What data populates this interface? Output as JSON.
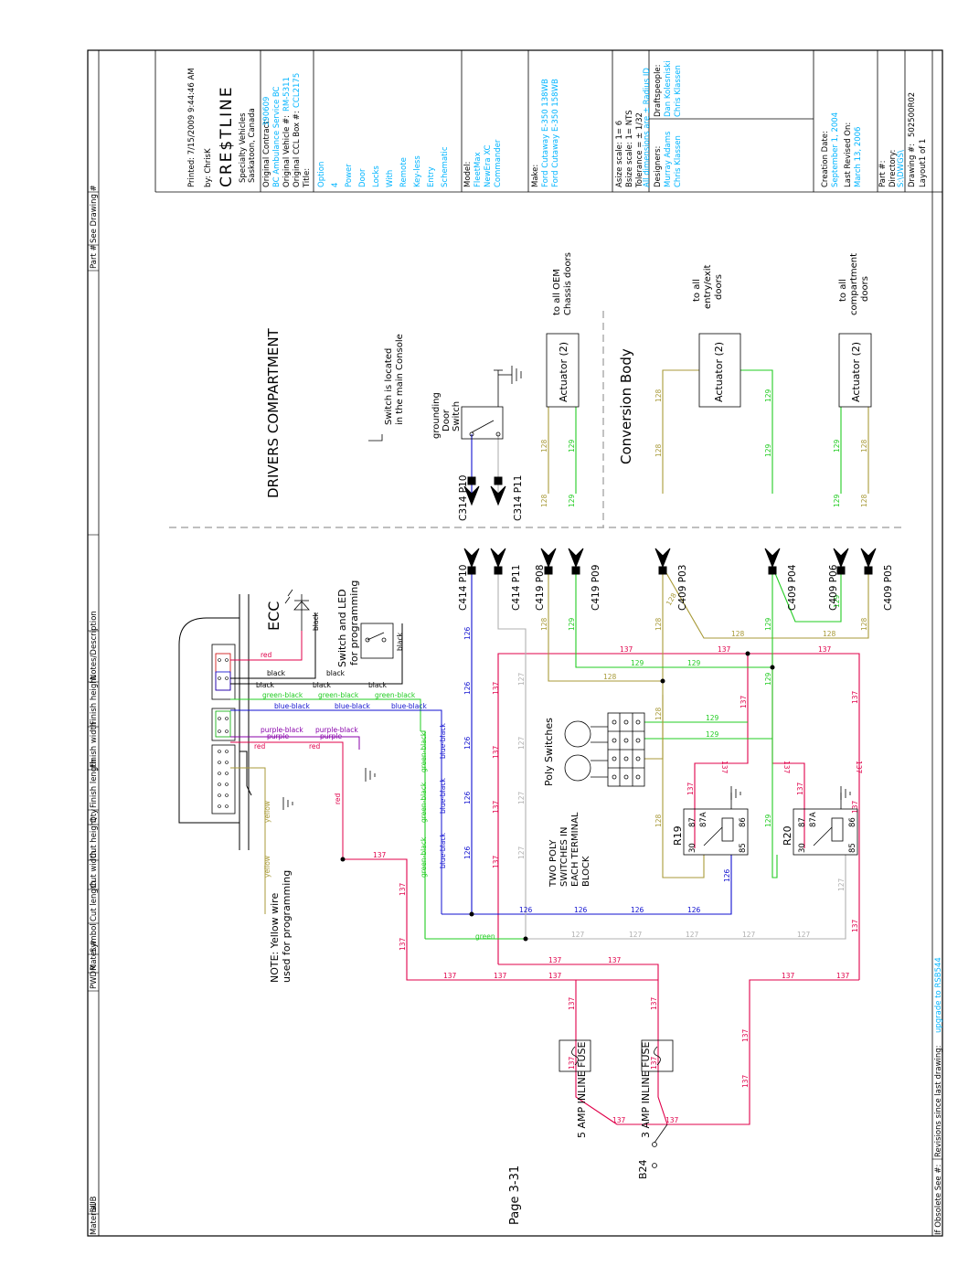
{
  "header": {
    "cols": [
      "SUB",
      "PWDR",
      "Mater.#",
      "Symbol",
      "Cut length",
      "Cut width",
      "Cut height",
      "Qty",
      "Finish length",
      "Finish width",
      "Finish height",
      "Notes/Description",
      "Part #",
      "See Drawing #"
    ],
    "material": "Material",
    "page": "Page 3-31"
  },
  "footer": {
    "obsolete": "If Obsolete See #:",
    "revisions_label": "Revisions since last drawing:",
    "revisions_value": "upgrade to RSB544"
  },
  "titleblock": {
    "printed": "Printed: 7/15/2009 9:44:46 AM",
    "by": "by: ChrisK",
    "logo": "CRE$TLINE",
    "company1": "Specialty Vehicles",
    "company2": "Saskatoon, Canada",
    "contract_label": "Original Contract:",
    "contract_value": "390609",
    "contract_note": "BC Ambulance Service BC",
    "vehicle_label": "Original Vehicle #:",
    "vehicle_value": "RM-5311",
    "ccl_label": "Original CCL Box #:",
    "ccl_value": "CCL2175",
    "title_label": "Title:",
    "title_lines": [
      "Option",
      "4",
      "Power",
      "Door",
      "Locks",
      "With",
      "Remote",
      "Key-less",
      "Entry",
      "Schematic"
    ],
    "model_label": "Model:",
    "model_lines": [
      "FleetMax",
      "NewEra XC",
      "Commander"
    ],
    "make_label": "Make:",
    "make_lines": [
      "Ford Cutaway E-350 138WB",
      "Ford Cutaway E-350 158WB"
    ],
    "asize": "Asize scale: 1= 6",
    "bsize": "Bsize scale: 1= NTS",
    "tolerance": "Tolerance = ± 1/32",
    "tolerance_note": "All dimensions are ± Radius ID",
    "designers_label": "Designers:",
    "designers": [
      "Murray Adams",
      "Chris Klassen"
    ],
    "drafts_label": "Draftspeople:",
    "drafts": [
      "Dan Kolesniski",
      "Chris Klassen"
    ],
    "creation_label": "Creation Date:",
    "creation_value": "September 1, 2004",
    "revised_label": "Last Revised On:",
    "revised_value": "March 13, 2006",
    "part_label": "Part #:",
    "dir_label": "Directory:",
    "dir_value": "S:\\DWGS\\",
    "drawing_label": "Drawing #:",
    "drawing_value": "502500R02",
    "layout": "Layout1 of 1"
  },
  "schematic": {
    "drivers_compartment": "DRIVERS COMPARTMENT",
    "conversion_body": "Conversion Body",
    "switch_note": [
      "Switch is located",
      "in the main Console"
    ],
    "door_switch": [
      "grounding",
      "Door",
      "Switch"
    ],
    "ecc": "ECC",
    "switch_led": [
      "Switch and LED",
      "for programming"
    ],
    "note_yellow": [
      "NOTE:  Yellow wire",
      "used for programming"
    ],
    "poly_switches": "Poly Switches",
    "two_poly": [
      "TWO POLY",
      "SWITCHES IN",
      "EACH TERMINAL",
      "BLOCK"
    ],
    "fuse5": "5 AMP INLINE FUSE",
    "fuse3": "3 AMP INLINE FUSE",
    "b24": "B24",
    "relay1": "R19",
    "relay2": "R20",
    "relay_pins": [
      "30",
      "87",
      "87A",
      "86",
      "85"
    ],
    "actuator": "Actuator (2)",
    "to_oem": [
      "to all OEM",
      "Chassis doors"
    ],
    "to_entry": [
      "to all",
      "entry/exit",
      "doors"
    ],
    "to_comp": [
      "to all",
      "compartment",
      "doors"
    ],
    "connectors": [
      "C414 P10",
      "C414 P11",
      "C419 P08",
      "C419 P09",
      "C409 P03",
      "C409 P04",
      "C409 P06",
      "C409 P05"
    ],
    "connectors_chassis": [
      "C314 P10",
      "C314 P11"
    ],
    "wires": [
      "126",
      "127",
      "128",
      "129",
      "137"
    ],
    "wire_colors": {
      "red": "red",
      "black": "black",
      "green_black": "green-black",
      "blue_black": "blue-black",
      "purple_black": "purple-black",
      "purple": "purple",
      "yellow": "yellow",
      "green": "green"
    },
    "colors": {
      "c137": "#e0004a",
      "c126": "#1010d0",
      "c127": "#b0b0b0",
      "c128": "#a89a38",
      "c129": "#22cc22",
      "note": "#00b4ff"
    }
  }
}
